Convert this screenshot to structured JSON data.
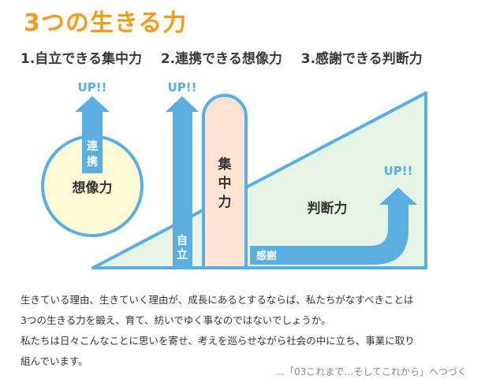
{
  "title": "3つの生きる力",
  "subtitle_items": [
    "1.自立できる集中力",
    "2.連携できる想像力",
    "3.感謝できる判断力"
  ],
  "colors": {
    "accent": "#f39b1b",
    "arrow": "#5aaee0",
    "imagination_fill": "#fffbd6",
    "concentration_fill": "#fde4d2",
    "judgment_fill": "#e6f4e6",
    "up_text": "#5aaee0"
  },
  "diagram": {
    "up_labels": [
      "UP!!",
      "UP!!",
      "UP!!"
    ],
    "renkei": "連携",
    "souzouryoku": "想像力",
    "jiritsu": "自立",
    "shuchuryoku": "集中力",
    "kansha": "感謝",
    "handanryoku": "判断力"
  },
  "body": {
    "line1": "生きている理由、生きていく理由が、成長にあるとするならば、私たちがなすべきことは",
    "line2": "3つの生きる力を鍛え、育て、紡いでゆく事なのではないでしょうか。",
    "line3": "私たちは日々こんなことに思いを寄せ、考えを巡らせながら社会の中に立ち、事業に取り",
    "line4": "組んでいます。"
  },
  "footer_link": "…「03これまで…そしてこれから」へつづく"
}
